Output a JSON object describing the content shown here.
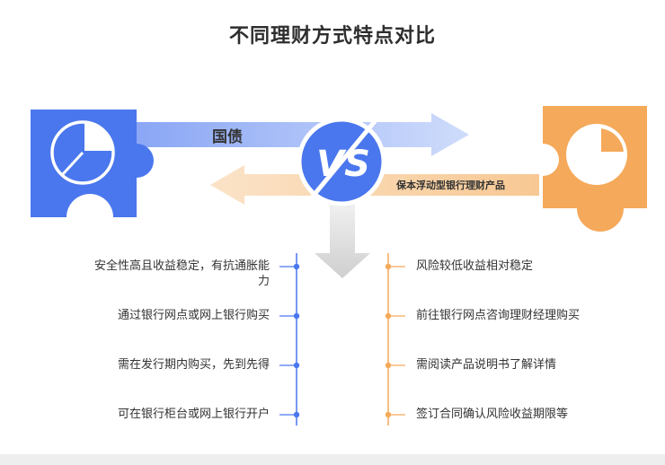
{
  "title": "不同理财方式特点对比",
  "left": {
    "arrow_label": "国债",
    "color": "#4a77ee",
    "items": [
      "安全性高且收益稳定，有抗通胀能力",
      "通过银行网点或网上银行购买",
      "需在发行期内购买，先到先得",
      "可在银行柜台或网上银行开户"
    ]
  },
  "right": {
    "arrow_label": "保本浮动型银行理财产品",
    "color": "#f5a95a",
    "items": [
      "风险较低收益相对稳定",
      "前往银行网点咨询理财经理购买",
      "需阅读产品说明书了解详情",
      "签订合同确认风险收益期限等"
    ]
  },
  "center": {
    "badge_text": "VS"
  },
  "icons": [
    "puzzle-pie-chart-icon",
    "vs-badge-icon",
    "down-arrow-icon"
  ]
}
